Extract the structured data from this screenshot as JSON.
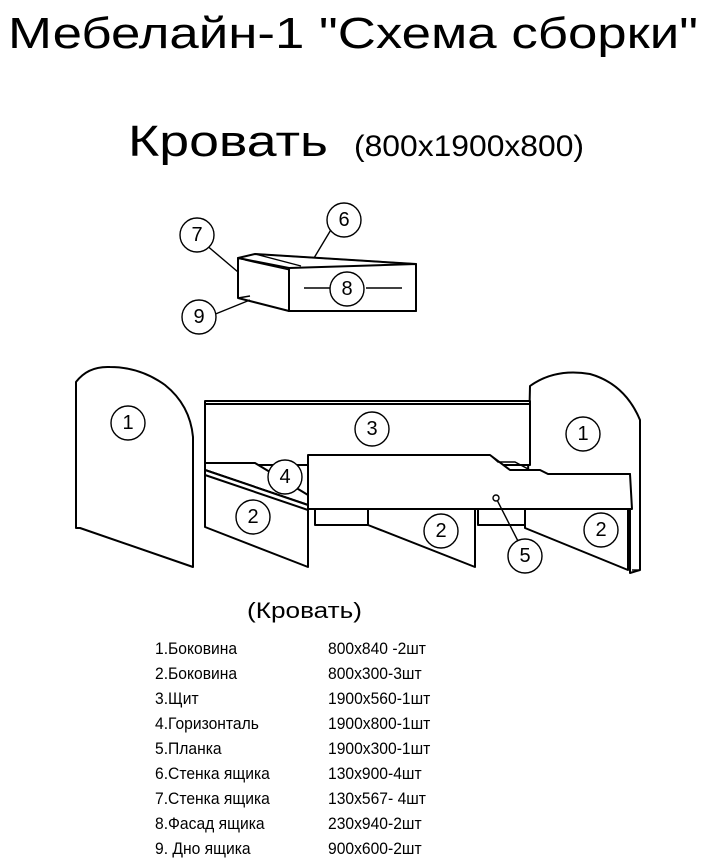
{
  "header": {
    "title": "Мебелайн-1 \"Схема сборки\"",
    "subtitle": "Кровать",
    "dimensions": "(800x1900x800)"
  },
  "callouts": [
    "1",
    "1",
    "2",
    "2",
    "2",
    "3",
    "4",
    "5",
    "6",
    "7",
    "8",
    "9"
  ],
  "parts_caption": "(Кровать)",
  "parts": [
    {
      "name": "1.Боковина",
      "size": "800x840 -2шт"
    },
    {
      "name": "2.Боковина",
      "size": "800x300-3шт"
    },
    {
      "name": "3.Щит",
      "size": "1900x560-1шт"
    },
    {
      "name": "4.Горизонталь",
      "size": "1900x800-1шт"
    },
    {
      "name": "5.Планка",
      "size": "1900x300-1шт"
    },
    {
      "name": "6.Стенка ящика",
      "size": "130x900-4шт"
    },
    {
      "name": "7.Стенка ящика",
      "size": "130x567- 4шт"
    },
    {
      "name": "8.Фасад ящика",
      "size": "230x940-2шт"
    },
    {
      "name": "9. Дно ящика",
      "size": "900x600-2шт"
    }
  ]
}
